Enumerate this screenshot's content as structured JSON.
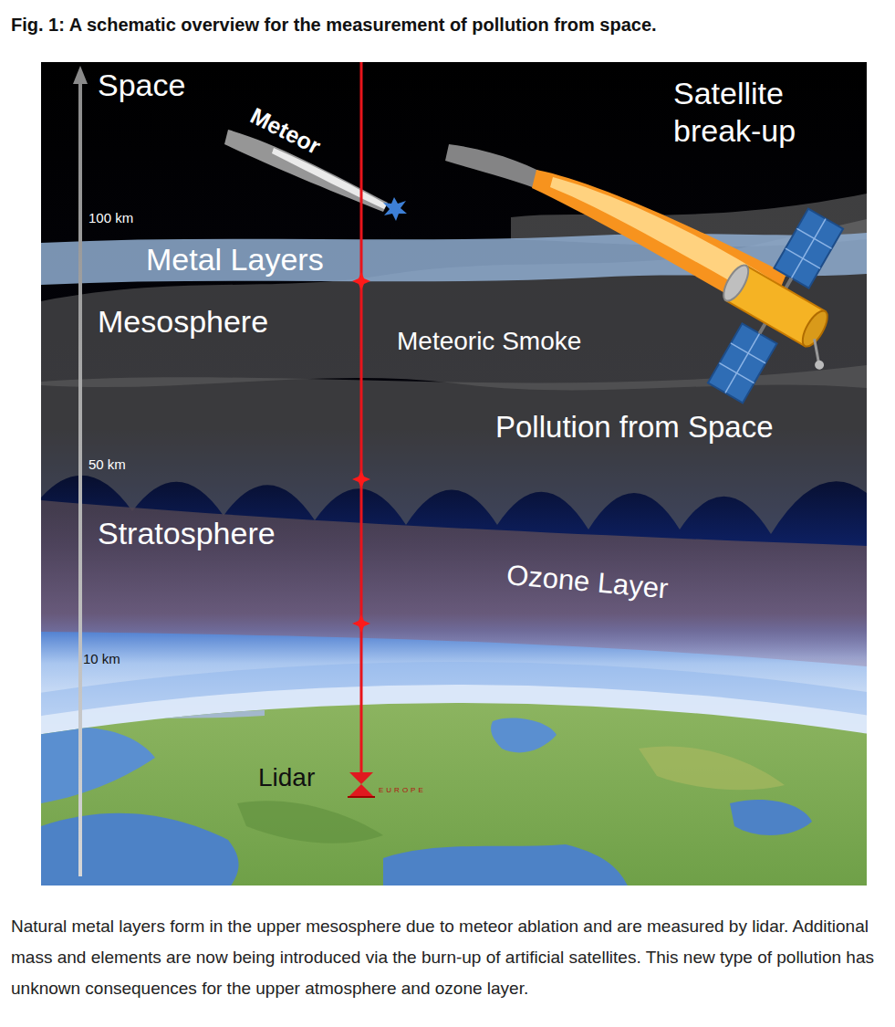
{
  "diagram": {
    "title": "Fig. 1: A schematic overview for the measurement of pollution from space.",
    "caption": "Natural metal layers form in the upper mesosphere due to meteor ablation and are measured by lidar. Additional mass and elements are now being introduced via the burn-up of artificial satellites. This new type of pollution has unknown consequences for the upper atmosphere and ozone layer.",
    "labels": [
      "Space",
      "Satellite break-up",
      "Meteor",
      "100 km",
      "Metal Layers",
      "Mesosphere",
      "Meteoric Smoke",
      "Pollution from Space",
      "50 km",
      "Stratosphere",
      "Ozone Layer",
      "10 km",
      "Lidar",
      "EUROPE"
    ]
  }
}
